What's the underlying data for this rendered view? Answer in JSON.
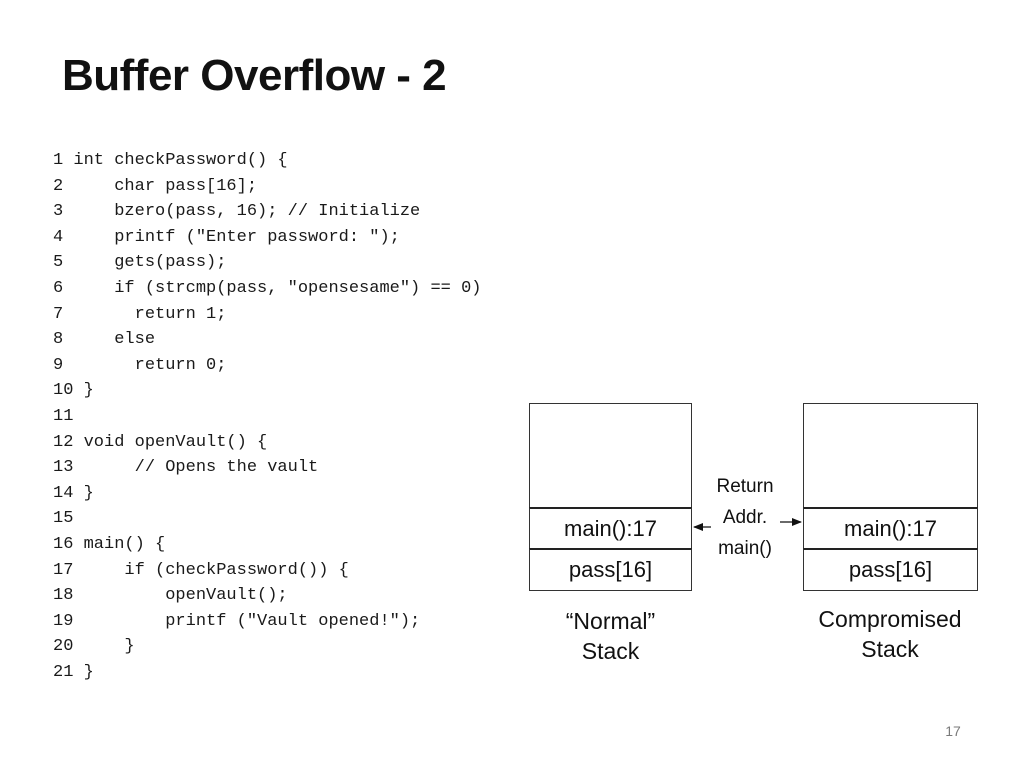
{
  "slide": {
    "title": "Buffer Overflow - 2",
    "page_number": "17"
  },
  "code": {
    "lines": [
      "1 int checkPassword() {",
      "2     char pass[16];",
      "3     bzero(pass, 16); // Initialize",
      "4     printf (\"Enter password: \");",
      "5     gets(pass);",
      "6     if (strcmp(pass, \"opensesame\") == 0)",
      "7       return 1;",
      "8     else",
      "9       return 0;",
      "10 }",
      "11",
      "12 void openVault() {",
      "13      // Opens the vault",
      "14 }",
      "15",
      "16 main() {",
      "17     if (checkPassword()) {",
      "18         openVault();",
      "19         printf (\"Vault opened!\");",
      "20     }",
      "21 }"
    ]
  },
  "diagram": {
    "normal_stack": {
      "return_cell": "main():17",
      "buffer_cell": "pass[16]",
      "caption_line1": "“Normal”",
      "caption_line2": "Stack"
    },
    "compromised_stack": {
      "return_cell": "main():17",
      "buffer_cell": "pass[16]",
      "caption_line1": "Compromised",
      "caption_line2": "Stack"
    },
    "arrow_label_line1": "Return",
    "arrow_label_line2": "Addr.",
    "arrow_label_line3": "main()"
  }
}
